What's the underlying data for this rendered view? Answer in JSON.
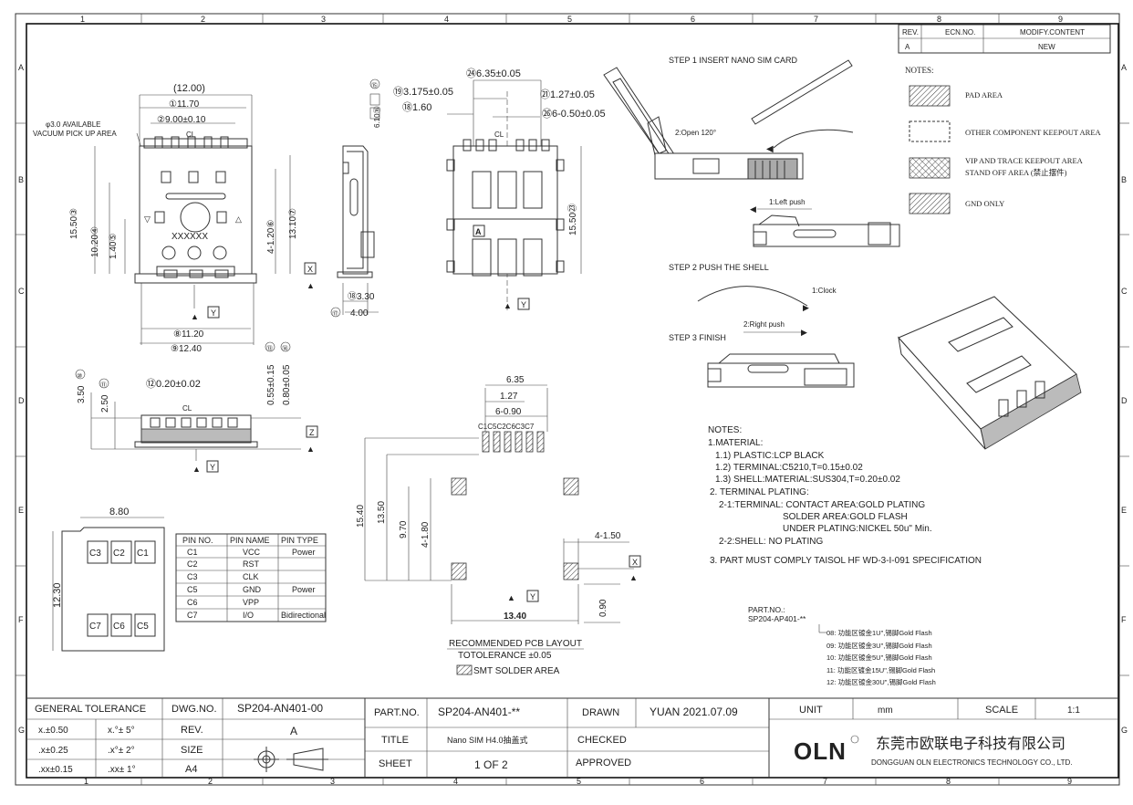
{
  "grid": {
    "cols": [
      "1",
      "2",
      "3",
      "4",
      "5",
      "6",
      "7",
      "8",
      "9"
    ],
    "rows": [
      "A",
      "B",
      "C",
      "D",
      "E",
      "F",
      "G"
    ]
  },
  "revision_table": {
    "headers": [
      "REV.",
      "ECN.NO.",
      "MODIFY.CONTENT"
    ],
    "rows": [
      [
        "A",
        "",
        "NEW"
      ]
    ]
  },
  "legend": {
    "title": "NOTES:",
    "items": [
      {
        "label": "PAD  AREA"
      },
      {
        "label": "OTHER COMPONENT KEEPOUT AREA"
      },
      {
        "label": "VIP AND TRACE KEEPOUT AREA"
      },
      {
        "label": "STAND OFF AREA (禁止摆件)"
      },
      {
        "label": "GND ONLY"
      }
    ]
  },
  "steps": {
    "step1": "STEP  1  INSERT NANO SIM CARD",
    "open": "2:Open  120°",
    "left_push": "1:Left push",
    "step2": "STEP  2  PUSH THE SHELL",
    "clock": "1:Clock",
    "right_push": "2:Right push",
    "step3": "STEP  3  FINISH"
  },
  "top_view": {
    "d_width": "(12.00)",
    "d1": "①11.70",
    "d2": "②9.00±0.10",
    "vacuum1": "φ3.0  AVAILABLE",
    "vacuum2": "VACUUM PICK UP AREA",
    "cl": "CL",
    "marking": "XXXXXX",
    "h1": "15.50③",
    "h2": "10.20④",
    "h3": "1.40⑤",
    "h4": "4-1.20⑥",
    "h5": "13.10⑦",
    "w8": "⑧11.20",
    "w9": "⑨12.40",
    "x_label": "X",
    "y_label": "Y"
  },
  "side_view": {
    "d15": "⑮",
    "d16": "6.10⑯",
    "d18": "⑱3.30",
    "d17": "⑰",
    "d17v": "4.00"
  },
  "bottom_view": {
    "d24": "㉔6.35±0.05",
    "d19": "⑲3.175±0.05",
    "d18": "⑱1.60",
    "d21": "㉑1.27±0.05",
    "d26": "㉖6-0.50±0.05",
    "cl": "CL",
    "a_mark": "A",
    "h23": "15.50㉓",
    "y_label": "Y"
  },
  "front_view": {
    "d10": "⑩",
    "d10v": "3.50",
    "d11": "⑪",
    "d11v": "2.50",
    "d12": "⑫0.20±0.02",
    "d13": "⑬",
    "d13v": "0.55±0.15",
    "d14": "⑭",
    "d14v": "0.80±0.05",
    "cl": "CL",
    "z_label": "Z",
    "y_label": "Y"
  },
  "card_view": {
    "width": "8.80",
    "height": "12.30",
    "top_pads": [
      "C3",
      "C2",
      "C1"
    ],
    "bottom_pads": [
      "C7",
      "C6",
      "C5"
    ]
  },
  "pin_table": {
    "headers": [
      "PIN NO.",
      "PIN NAME",
      "PIN TYPE"
    ],
    "rows": [
      [
        "C1",
        "VCC",
        "Power"
      ],
      [
        "C2",
        "RST",
        ""
      ],
      [
        "C3",
        "CLK",
        ""
      ],
      [
        "C5",
        "GND",
        "Power"
      ],
      [
        "C6",
        "VPP",
        ""
      ],
      [
        "C7",
        "I/O",
        "Bidirectional"
      ]
    ]
  },
  "pcb_layout": {
    "w1": "6.35",
    "w2": "1.27",
    "w3": "6-0.90",
    "pads": "C1C5C2C6C3C7",
    "h1": "15.40",
    "h2": "13.50",
    "h3": "9.70",
    "h4": "4-1.80",
    "w4": "4-1.50",
    "w5": "13.40",
    "h5": "0.90",
    "x_label": "X",
    "y_label": "Y",
    "title": "RECOMMENDED PCB LAYOUT",
    "tolerance": "TOTOLERANCE  ±0.05",
    "smt": "SMT  SOLDER  AREA"
  },
  "notes": {
    "title": "NOTES:",
    "lines": [
      "1.MATERIAL:",
      "1.1) PLASTIC:LCP  BLACK",
      "1.2) TERMINAL:C5210,T=0.15±0.02",
      "1.3) SHELL:MATERIAL:SUS304,T=0.20±0.02",
      "2.  TERMINAL  PLATING:",
      "2-1:TERMINAL: CONTACT  AREA:GOLD PLATING",
      "SOLDER  AREA:GOLD  FLASH",
      "UNDER  PLATING:NICKEL  50u\" Min.",
      "2-2:SHELL:    NO  PLATING",
      "3.  PART MUST COMPLY TAISOL HF WD-3-I-091  SPECIFICATION"
    ]
  },
  "part_no": {
    "label": "PART.NO.:",
    "value": "SP204-AP401-**",
    "options": [
      "08: 功能区镀金1U\",锡脚Gold Flash",
      "09: 功能区镀金3U\",锡脚Gold Flash",
      "10: 功能区镀金5U\",锡脚Gold Flash",
      "11: 功能区镀金15U\",锡脚Gold Flash",
      "12: 功能区镀金30U\",锡脚Gold Flash"
    ]
  },
  "title_block": {
    "general_tolerance": "GENERAL    TOLERANCE",
    "tol_rows": [
      [
        "x.±0.50",
        "x.°± 5°"
      ],
      [
        ".x±0.25",
        ".x°± 2°"
      ],
      [
        ".xx±0.15",
        ".xx± 1°"
      ]
    ],
    "dwg_no_label": "DWG.NO.",
    "dwg_no": "SP204-AN401-00",
    "rev_label": "REV.",
    "rev": "A",
    "size_label": "SIZE",
    "size": "A4",
    "part_no_label": "PART.NO.",
    "part_no": "SP204-AN401-**",
    "title_label": "TITLE",
    "title": "Nano SIM H4.0抽盖式",
    "sheet_label": "SHEET",
    "sheet": "1  OF  2",
    "drawn_label": "DRAWN",
    "drawn": "YUAN  2021.07.09",
    "checked_label": "CHECKED",
    "approved_label": "APPROVED",
    "unit_label": "UNIT",
    "unit": "mm",
    "scale_label": "SCALE",
    "scale": "1:1",
    "logo": "OLN",
    "company_cn": "东莞市欧联电子科技有限公司",
    "company_en": "DONGGUAN  OLN  ELECTRONICS  TECHNOLOGY  CO.,  LTD."
  }
}
